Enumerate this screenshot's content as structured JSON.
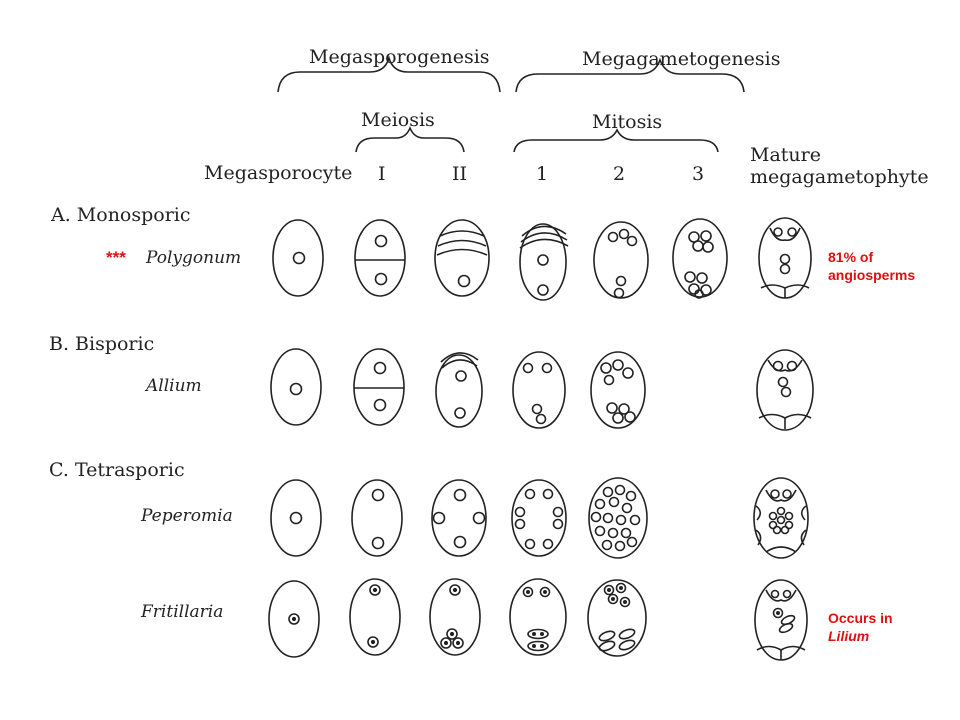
{
  "headers": {
    "megasporogenesis": "Megasporogenesis",
    "megagametogenesis": "Megagametogenesis",
    "meiosis": "Meiosis",
    "mitosis": "Mitosis",
    "megasporocyte": "Megasporocyte",
    "meiosis_1": "I",
    "meiosis_2": "II",
    "mitosis_1": "1",
    "mitosis_2": "2",
    "mitosis_3": "3",
    "mature_line1": "Mature",
    "mature_line2": "megagametophyte"
  },
  "sections": {
    "monosporic": "A. Monosporic",
    "bisporic": "B. Bisporic",
    "tetrasporic": "C. Tetrasporic"
  },
  "species": {
    "polygonum": "Polygonum",
    "allium": "Allium",
    "peperomia": "Peperomia",
    "fritillaria": "Fritillaria"
  },
  "annotations": {
    "stars": "***",
    "polygonum_note_line1": "81% of",
    "polygonum_note_line2": "angiosperms",
    "fritillaria_note_line1": "Occurs in",
    "fritillaria_note_line2": "Lilium",
    "accent_color": "#e01010"
  }
}
